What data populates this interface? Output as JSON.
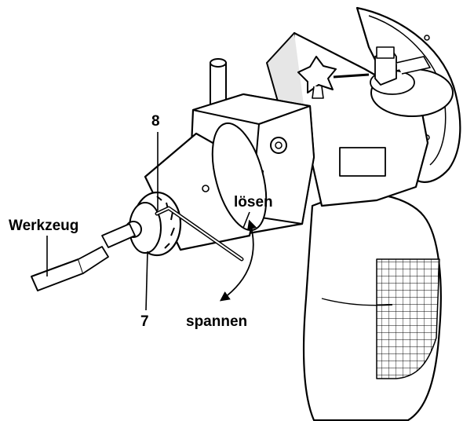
{
  "labels": {
    "part_8": "8",
    "loosen": "lösen",
    "tool": "Werkzeug",
    "part_7": "7",
    "tighten": "spannen"
  },
  "colors": {
    "line": "#000000",
    "fill": "#ffffff",
    "shade": "#e6e6e6"
  }
}
